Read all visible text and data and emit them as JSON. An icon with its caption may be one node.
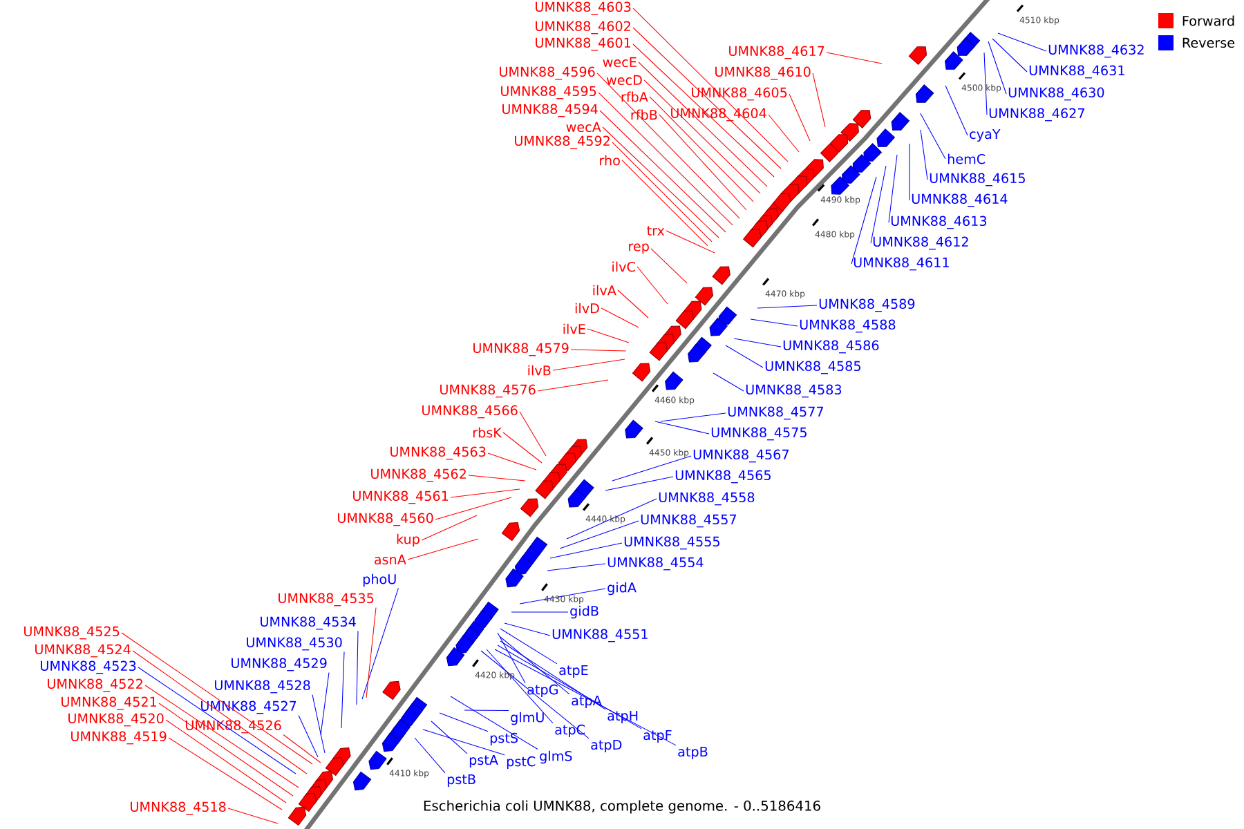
{
  "diagram": {
    "caption": "Escherichia coli UMNK88, complete genome. - 0..5186416",
    "nodes": [
      {
        "text": [
          "UMNK88_4603"
        ]
      },
      {
        "text": [
          "UMNK88_4602"
        ]
      },
      {
        "text": [
          "UMNK88_4601"
        ]
      },
      {
        "text": [
          "wecE"
        ]
      },
      {
        "text": [
          "wecD"
        ]
      },
      {
        "text": [
          "UMNK88_4617"
        ]
      },
      {
        "text": [
          "UMNK88_4632"
        ]
      },
      {
        "text": [
          "UMNK88_4631"
        ]
      },
      {
        "text": [
          "UMNK88_4610"
        ]
      },
      {
        "text": [
          "UMNK88_4596"
        ]
      },
      {
        "text": [
          "UMNK88_4595"
        ]
      },
      {
        "text": [
          "rfbA"
        ]
      },
      {
        "text": [
          "UMNK88_4630"
        ]
      },
      {
        "text": [
          "UMNK88_4605"
        ]
      },
      {
        "text": [
          "UMNK88_4594"
        ]
      },
      {
        "text": [
          "rfbB"
        ]
      },
      {
        "text": [
          "UMNK88_4604"
        ]
      },
      {
        "text": [
          "UMNK88_4627"
        ]
      },
      {
        "text": [
          "wecA"
        ]
      },
      {
        "text": [
          "cyaY"
        ]
      },
      {
        "text": [
          "UMNK88_4592"
        ]
      },
      {
        "text": [
          "hemC"
        ]
      },
      {
        "text": [
          "rho"
        ]
      },
      {
        "text": [
          "UMNK88_4615"
        ]
      },
      {
        "text": [
          "UMNK88_4614"
        ]
      },
      {
        "text": [
          "UMNK88_4613"
        ]
      },
      {
        "text": [
          "trx"
        ]
      },
      {
        "text": [
          "UMNK88_4612"
        ]
      },
      {
        "text": [
          "rep"
        ]
      },
      {
        "text": [
          "UMNK88_4611"
        ]
      },
      {
        "text": [
          "ilvC"
        ]
      },
      {
        "text": [
          "ilvA"
        ]
      },
      {
        "text": [
          "UMNK88_4589"
        ]
      },
      {
        "text": [
          "ilvD"
        ]
      },
      {
        "text": [
          "UMNK88_4588"
        ]
      },
      {
        "text": [
          "ilvE"
        ]
      },
      {
        "text": [
          "UMNK88_4586"
        ]
      },
      {
        "text": [
          "UMNK88_4579"
        ]
      },
      {
        "text": [
          "UMNK88_4585"
        ]
      },
      {
        "text": [
          "ilvB"
        ]
      },
      {
        "text": [
          "UMNK88_4583"
        ]
      },
      {
        "text": [
          "UMNK88_4576"
        ]
      },
      {
        "text": [
          "UMNK88_4566"
        ]
      },
      {
        "text": [
          "UMNK88_4577"
        ]
      },
      {
        "text": [
          "rbsK"
        ]
      },
      {
        "text": [
          "UMNK88_4575"
        ]
      },
      {
        "text": [
          "UMNK88_4563"
        ]
      },
      {
        "text": [
          "UMNK88_4567"
        ]
      },
      {
        "text": [
          "UMNK88_4562"
        ]
      },
      {
        "text": [
          "UMNK88_4565"
        ]
      },
      {
        "text": [
          "UMNK88_4561"
        ]
      },
      {
        "text": [
          "UMNK88_4558"
        ]
      },
      {
        "text": [
          "UMNK88_4560"
        ]
      },
      {
        "text": [
          "UMNK88_4557"
        ]
      },
      {
        "text": [
          "kup"
        ]
      },
      {
        "text": [
          "UMNK88_4555"
        ]
      },
      {
        "text": [
          "asnA"
        ]
      },
      {
        "text": [
          "UMNK88_4554"
        ]
      },
      {
        "text": [
          "phoU"
        ]
      },
      {
        "text": [
          "gidA"
        ]
      },
      {
        "text": [
          "UMNK88_4535"
        ]
      },
      {
        "text": [
          "gidB"
        ]
      },
      {
        "text": [
          "UMNK88_4534"
        ]
      },
      {
        "text": [
          "UMNK88_4525"
        ]
      },
      {
        "text": [
          "UMNK88_4551"
        ]
      },
      {
        "text": [
          "UMNK88_4530"
        ]
      },
      {
        "text": [
          "UMNK88_4524"
        ]
      },
      {
        "text": [
          "UMNK88_4529"
        ]
      },
      {
        "text": [
          "UMNK88_4523"
        ]
      },
      {
        "text": [
          "atpE"
        ]
      },
      {
        "text": [
          "UMNK88_4522"
        ]
      },
      {
        "text": [
          "UMNK88_4528"
        ]
      },
      {
        "text": [
          "atpG"
        ]
      },
      {
        "text": [
          "atpA"
        ]
      },
      {
        "text": [
          "UMNK88_4521"
        ]
      },
      {
        "text": [
          "UMNK88_4527"
        ]
      },
      {
        "text": [
          "atpH"
        ]
      },
      {
        "text": [
          "glmU"
        ]
      },
      {
        "text": [
          "UMNK88_4520"
        ]
      },
      {
        "text": [
          "UMNK88_4526"
        ]
      },
      {
        "text": [
          "atpC"
        ]
      },
      {
        "text": [
          "atpF"
        ]
      },
      {
        "text": [
          "UMNK88_4519"
        ]
      },
      {
        "text": [
          "pstS"
        ]
      },
      {
        "text": [
          "atpD"
        ]
      },
      {
        "text": [
          "atpB"
        ]
      },
      {
        "text": [
          "glmS"
        ]
      },
      {
        "text": [
          "pstA"
        ]
      },
      {
        "text": [
          "pstC"
        ]
      },
      {
        "text": [
          "pstB"
        ]
      },
      {
        "text": [
          "UMNK88_4518"
        ]
      }
    ],
    "edges": [
      {
        "from": 0,
        "to": null,
        "arrow": "none",
        "color": "#ff0000"
      },
      {
        "from": 1,
        "to": null,
        "arrow": "none",
        "color": "#ff0000"
      },
      {
        "from": 2,
        "to": null,
        "arrow": "none",
        "color": "#ff0000"
      },
      {
        "from": 3,
        "to": null,
        "arrow": "none",
        "color": "#ff0000"
      },
      {
        "from": 4,
        "to": null,
        "arrow": "none",
        "color": "#ff0000"
      },
      {
        "from": 5,
        "to": null,
        "arrow": "none",
        "color": "#ff0000"
      },
      {
        "from": 6,
        "to": null,
        "arrow": "none",
        "color": "#0000ff"
      },
      {
        "from": 7,
        "to": null,
        "arrow": "none",
        "color": "#0000ff"
      },
      {
        "from": 8,
        "to": null,
        "arrow": "none",
        "color": "#ff0000"
      },
      {
        "from": 9,
        "to": null,
        "arrow": "none",
        "color": "#ff0000"
      },
      {
        "from": 10,
        "to": null,
        "arrow": "none",
        "color": "#ff0000"
      },
      {
        "from": 11,
        "to": null,
        "arrow": "none",
        "color": "#ff0000"
      },
      {
        "from": 12,
        "to": null,
        "arrow": "none",
        "color": "#0000ff"
      },
      {
        "from": 13,
        "to": null,
        "arrow": "none",
        "color": "#ff0000"
      },
      {
        "from": 14,
        "to": null,
        "arrow": "none",
        "color": "#ff0000"
      },
      {
        "from": 15,
        "to": null,
        "arrow": "none",
        "color": "#ff0000"
      },
      {
        "from": 16,
        "to": null,
        "arrow": "none",
        "color": "#ff0000"
      },
      {
        "from": 17,
        "to": null,
        "arrow": "none",
        "color": "#0000ff"
      },
      {
        "from": 18,
        "to": null,
        "arrow": "none",
        "color": "#ff0000"
      },
      {
        "from": 19,
        "to": null,
        "arrow": "none",
        "color": "#0000ff"
      },
      {
        "from": 20,
        "to": null,
        "arrow": "none",
        "color": "#ff0000"
      },
      {
        "from": 21,
        "to": null,
        "arrow": "none",
        "color": "#0000ff"
      },
      {
        "from": 22,
        "to": null,
        "arrow": "none",
        "color": "#ff0000"
      },
      {
        "from": 23,
        "to": null,
        "arrow": "none",
        "color": "#0000ff"
      },
      {
        "from": 24,
        "to": null,
        "arrow": "none",
        "color": "#0000ff"
      },
      {
        "from": 25,
        "to": null,
        "arrow": "none",
        "color": "#0000ff"
      },
      {
        "from": 26,
        "to": null,
        "arrow": "none",
        "color": "#ff0000"
      },
      {
        "from": 27,
        "to": null,
        "arrow": "none",
        "color": "#0000ff"
      },
      {
        "from": 28,
        "to": null,
        "arrow": "none",
        "color": "#ff0000"
      },
      {
        "from": 29,
        "to": null,
        "arrow": "none",
        "color": "#0000ff"
      },
      {
        "from": 30,
        "to": null,
        "arrow": "none",
        "color": "#ff0000"
      },
      {
        "from": 31,
        "to": null,
        "arrow": "none",
        "color": "#ff0000"
      },
      {
        "from": 32,
        "to": null,
        "arrow": "none",
        "color": "#0000ff"
      },
      {
        "from": 33,
        "to": null,
        "arrow": "none",
        "color": "#ff0000"
      },
      {
        "from": 34,
        "to": null,
        "arrow": "none",
        "color": "#0000ff"
      },
      {
        "from": 35,
        "to": null,
        "arrow": "none",
        "color": "#ff0000"
      },
      {
        "from": 36,
        "to": null,
        "arrow": "none",
        "color": "#0000ff"
      },
      {
        "from": 37,
        "to": null,
        "arrow": "none",
        "color": "#ff0000"
      },
      {
        "from": 38,
        "to": null,
        "arrow": "none",
        "color": "#0000ff"
      },
      {
        "from": 39,
        "to": null,
        "arrow": "none",
        "color": "#ff0000"
      },
      {
        "from": 40,
        "to": null,
        "arrow": "none",
        "color": "#0000ff"
      },
      {
        "from": 41,
        "to": null,
        "arrow": "none",
        "color": "#ff0000"
      },
      {
        "from": 42,
        "to": null,
        "arrow": "none",
        "color": "#ff0000"
      },
      {
        "from": 43,
        "to": null,
        "arrow": "none",
        "color": "#0000ff"
      },
      {
        "from": 44,
        "to": null,
        "arrow": "none",
        "color": "#ff0000"
      },
      {
        "from": 45,
        "to": null,
        "arrow": "none",
        "color": "#0000ff"
      },
      {
        "from": 46,
        "to": null,
        "arrow": "none",
        "color": "#ff0000"
      },
      {
        "from": 47,
        "to": null,
        "arrow": "none",
        "color": "#0000ff"
      },
      {
        "from": 48,
        "to": null,
        "arrow": "none",
        "color": "#ff0000"
      },
      {
        "from": 49,
        "to": null,
        "arrow": "none",
        "color": "#0000ff"
      },
      {
        "from": 50,
        "to": null,
        "arrow": "none",
        "color": "#ff0000"
      },
      {
        "from": 51,
        "to": null,
        "arrow": "none",
        "color": "#0000ff"
      },
      {
        "from": 52,
        "to": null,
        "arrow": "none",
        "color": "#ff0000"
      },
      {
        "from": 53,
        "to": null,
        "arrow": "none",
        "color": "#0000ff"
      },
      {
        "from": 54,
        "to": null,
        "arrow": "none",
        "color": "#ff0000"
      },
      {
        "from": 55,
        "to": null,
        "arrow": "none",
        "color": "#0000ff"
      },
      {
        "from": 56,
        "to": null,
        "arrow": "none",
        "color": "#ff0000"
      },
      {
        "from": 57,
        "to": null,
        "arrow": "none",
        "color": "#0000ff"
      },
      {
        "from": 58,
        "to": null,
        "arrow": "none",
        "color": "#0000ff"
      },
      {
        "from": 59,
        "to": null,
        "arrow": "none",
        "color": "#0000ff"
      },
      {
        "from": 60,
        "to": null,
        "arrow": "none",
        "color": "#ff0000"
      },
      {
        "from": 61,
        "to": null,
        "arrow": "none",
        "color": "#0000ff"
      },
      {
        "from": 62,
        "to": null,
        "arrow": "none",
        "color": "#0000ff"
      },
      {
        "from": 63,
        "to": null,
        "arrow": "none",
        "color": "#ff0000"
      },
      {
        "from": 64,
        "to": null,
        "arrow": "none",
        "color": "#0000ff"
      },
      {
        "from": 65,
        "to": null,
        "arrow": "none",
        "color": "#0000ff"
      },
      {
        "from": 66,
        "to": null,
        "arrow": "none",
        "color": "#ff0000"
      },
      {
        "from": 67,
        "to": null,
        "arrow": "none",
        "color": "#0000ff"
      },
      {
        "from": 68,
        "to": null,
        "arrow": "none",
        "color": "#0000ff"
      },
      {
        "from": 69,
        "to": null,
        "arrow": "none",
        "color": "#0000ff"
      },
      {
        "from": 70,
        "to": null,
        "arrow": "none",
        "color": "#ff0000"
      },
      {
        "from": 71,
        "to": null,
        "arrow": "none",
        "color": "#0000ff"
      },
      {
        "from": 72,
        "to": null,
        "arrow": "none",
        "color": "#0000ff"
      },
      {
        "from": 73,
        "to": null,
        "arrow": "none",
        "color": "#0000ff"
      },
      {
        "from": 74,
        "to": null,
        "arrow": "none",
        "color": "#ff0000"
      },
      {
        "from": 75,
        "to": null,
        "arrow": "none",
        "color": "#0000ff"
      },
      {
        "from": 76,
        "to": null,
        "arrow": "none",
        "color": "#0000ff"
      },
      {
        "from": 77,
        "to": null,
        "arrow": "none",
        "color": "#0000ff"
      },
      {
        "from": 78,
        "to": null,
        "arrow": "none",
        "color": "#ff0000"
      },
      {
        "from": 79,
        "to": null,
        "arrow": "none",
        "color": "#ff0000"
      },
      {
        "from": 80,
        "to": null,
        "arrow": "none",
        "color": "#0000ff"
      },
      {
        "from": 81,
        "to": null,
        "arrow": "none",
        "color": "#0000ff"
      },
      {
        "from": 82,
        "to": null,
        "arrow": "none",
        "color": "#ff0000"
      },
      {
        "from": 83,
        "to": null,
        "arrow": "none",
        "color": "#0000ff"
      },
      {
        "from": 84,
        "to": null,
        "arrow": "none",
        "color": "#0000ff"
      },
      {
        "from": 85,
        "to": null,
        "arrow": "none",
        "color": "#0000ff"
      },
      {
        "from": 86,
        "to": null,
        "arrow": "none",
        "color": "#0000ff"
      },
      {
        "from": 87,
        "to": null,
        "arrow": "none",
        "color": "#0000ff"
      },
      {
        "from": 88,
        "to": null,
        "arrow": "none",
        "color": "#0000ff"
      },
      {
        "from": 89,
        "to": null,
        "arrow": "none",
        "color": "#0000ff"
      },
      {
        "from": 90,
        "to": null,
        "arrow": "none",
        "color": "#ff0000"
      }
    ],
    "labels": [
      "4510 kbp",
      "4500 kbp",
      "4490 kbp",
      "4480 kbp",
      "4470 kbp",
      "4460 kbp",
      "4450 kbp",
      "4440 kbp",
      "4430 kbp",
      "4420 kbp",
      "4410 kbp"
    ],
    "legend": [
      {
        "text": "Forward",
        "color": "#ff0000"
      },
      {
        "text": "Reverse",
        "color": "#0000ff"
      }
    ]
  }
}
